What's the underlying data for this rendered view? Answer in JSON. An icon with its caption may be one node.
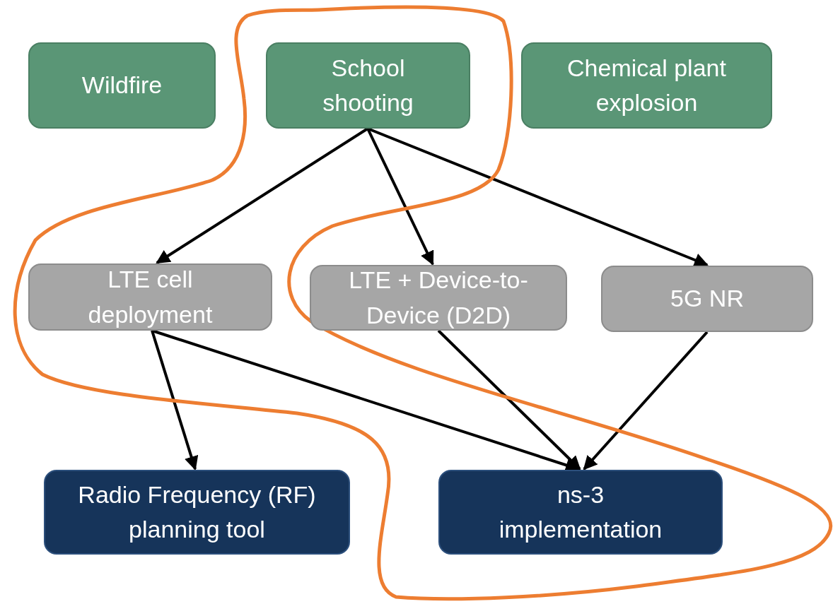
{
  "diagram": {
    "nodes": [
      {
        "text": [
          "Wildfire"
        ]
      },
      {
        "text": [
          "School shooting"
        ]
      },
      {
        "text": [
          "Chemical plant explosion"
        ]
      },
      {
        "text": [
          "LTE cell deployment"
        ]
      },
      {
        "text": [
          "LTE + Device-to-Device (D2D)"
        ]
      },
      {
        "text": [
          "5G NR"
        ]
      },
      {
        "text": [
          "Radio Frequency (RF) planning tool"
        ]
      },
      {
        "text": [
          "ns-3 implementation"
        ]
      }
    ],
    "edges": [
      {
        "from": 1,
        "to": 3,
        "arrow": "to"
      },
      {
        "from": 1,
        "to": 4,
        "arrow": "to"
      },
      {
        "from": 1,
        "to": 5,
        "arrow": "to"
      },
      {
        "from": 3,
        "to": 6,
        "arrow": "to"
      },
      {
        "from": 3,
        "to": 7,
        "arrow": "to"
      },
      {
        "from": 4,
        "to": 7,
        "arrow": "to"
      },
      {
        "from": 5,
        "to": 7,
        "arrow": "to"
      }
    ]
  }
}
